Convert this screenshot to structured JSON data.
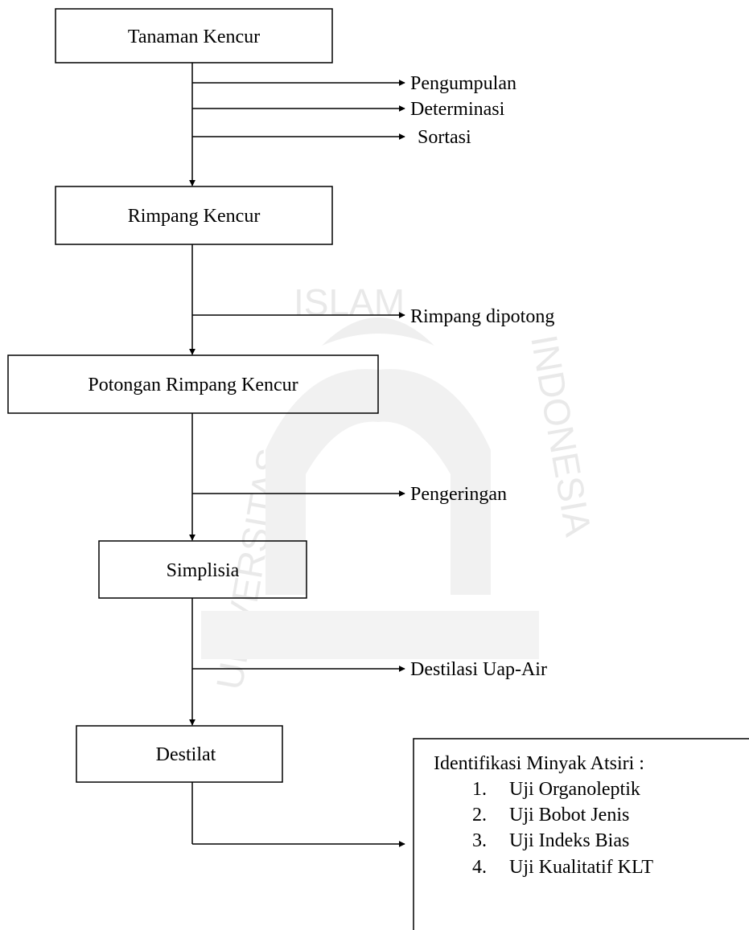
{
  "watermark": {
    "top_text": "ISLAM",
    "left_text": "UNIVERSITAS",
    "right_text": "INDONESIA",
    "color": "#e9e9e9"
  },
  "boxes": [
    {
      "label": "Tanaman Kencur"
    },
    {
      "label": "Rimpang Kencur"
    },
    {
      "label": "Potongan Rimpang Kencur"
    },
    {
      "label": "Simplisia"
    },
    {
      "label": "Destilat"
    }
  ],
  "steps": [
    {
      "label": "Pengumpulan"
    },
    {
      "label": "Determinasi"
    },
    {
      "label": "Sortasi"
    },
    {
      "label": "Rimpang dipotong"
    },
    {
      "label": "Pengeringan"
    },
    {
      "label": "Destilasi Uap-Air"
    }
  ],
  "identification": {
    "title": "Identifikasi Minyak Atsiri :",
    "items": [
      {
        "number": "1.",
        "label": "Uji Organoleptik"
      },
      {
        "number": "2.",
        "label": "Uji Bobot Jenis"
      },
      {
        "number": "3.",
        "label": "Uji Indeks Bias"
      },
      {
        "number": "4.",
        "label": "Uji Kualitatif KLT"
      }
    ]
  }
}
